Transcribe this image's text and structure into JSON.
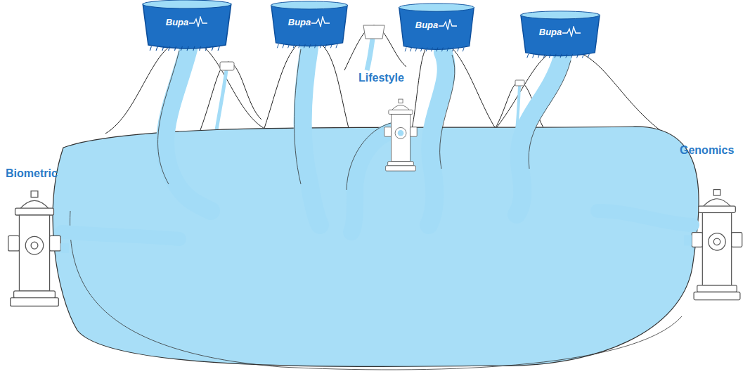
{
  "diagram": {
    "nodes": [
      {
        "text": [
          "Bupa"
        ]
      },
      {
        "text": [
          "Bupa"
        ]
      },
      {
        "text": [
          "Bupa"
        ]
      },
      {
        "text": [
          "Bupa"
        ]
      },
      {
        "text": [
          "Lifestyle"
        ]
      },
      {
        "text": [
          "Biometric"
        ]
      },
      {
        "text": [
          "Genomics"
        ]
      }
    ]
  }
}
